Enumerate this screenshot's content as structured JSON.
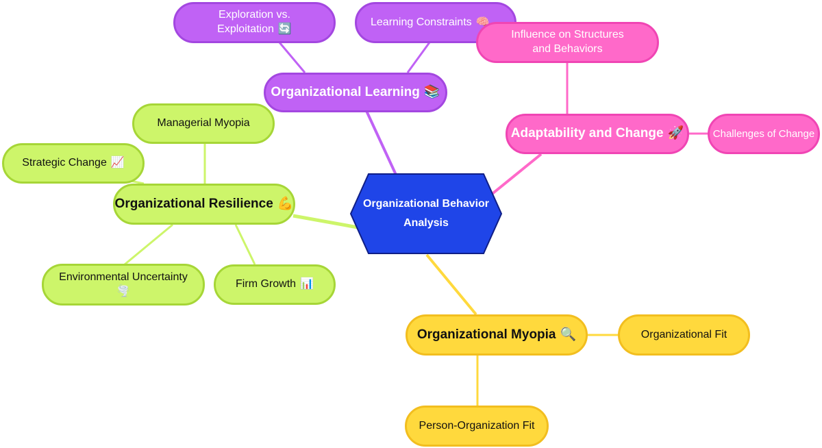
{
  "center": {
    "line1": "Organizational Behavior",
    "line2": "Analysis"
  },
  "colors": {
    "center_fill": "#1f45e8",
    "center_stroke": "#0f1e86",
    "learning": "#c062f5",
    "adaptability": "#ff69c9",
    "resilience": "#cdf56a",
    "myopia": "#ffd93d"
  },
  "branches": {
    "learning": {
      "label": "Organizational Learning",
      "icon": "books-icon",
      "emoji": "📚",
      "children": [
        {
          "label": "Exploration vs. Exploitation",
          "icon": "arrows-cycle-icon",
          "emoji": "🔄"
        },
        {
          "label": "Learning Constraints",
          "icon": "brain-icon",
          "emoji": "🧠"
        }
      ]
    },
    "adaptability": {
      "label": "Adaptability and Change",
      "icon": "rocket-icon",
      "emoji": "🚀",
      "children": [
        {
          "label": "Influence on Structures and Behaviors"
        },
        {
          "label": "Challenges of Change"
        }
      ]
    },
    "resilience": {
      "label": "Organizational Resilience",
      "icon": "flexed-biceps-icon",
      "emoji": "💪",
      "children": [
        {
          "label": "Managerial Myopia"
        },
        {
          "label": "Strategic Change",
          "icon": "chart-increasing-icon",
          "emoji": "📈"
        },
        {
          "label": "Environmental Uncertainty",
          "icon": "tornado-icon",
          "emoji": "🌪️"
        },
        {
          "label": "Firm Growth",
          "icon": "bar-chart-icon",
          "emoji": "📊"
        }
      ]
    },
    "myopia": {
      "label": "Organizational Myopia",
      "icon": "magnifying-glass-icon",
      "emoji": "🔍",
      "children": [
        {
          "label": "Organizational Fit"
        },
        {
          "label": "Person-Organization Fit"
        }
      ]
    }
  }
}
